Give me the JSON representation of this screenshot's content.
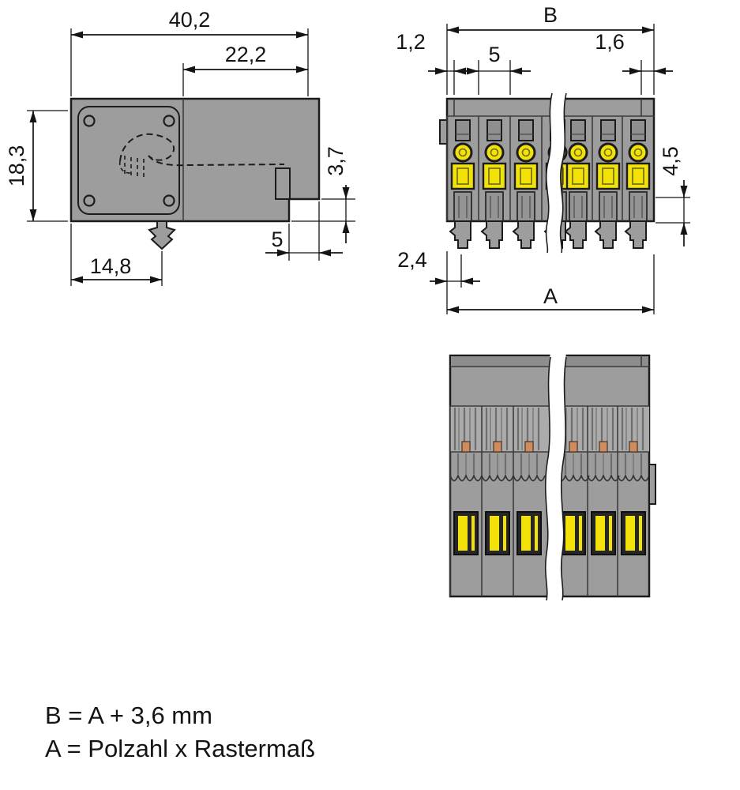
{
  "colors": {
    "body": "#9d9d9d",
    "body-dark": "#8d8d8d",
    "stripe": "#ababab",
    "outline": "#1c1c1c",
    "yellow": "#f2e20a",
    "orange": "#cf8c5f",
    "dim": "#141414",
    "background": "#ffffff"
  },
  "side_view": {
    "dims": {
      "total_width": "40,2",
      "partial_width": "22,2",
      "height": "18,3",
      "step_height": "3,7",
      "step_width": "5",
      "foot_offset": "14,8"
    }
  },
  "front_view": {
    "dims": {
      "overall_width": "B",
      "left_wall": "1,2",
      "pole_pitch": "5",
      "right_wall": "1,6",
      "clamp_height": "4,5",
      "first_pole_offset": "2,4",
      "overall_length": "A"
    }
  },
  "legend": {
    "line1": "B = A + 3,6 mm",
    "line2": "A = Polzahl x Rastermaß"
  }
}
